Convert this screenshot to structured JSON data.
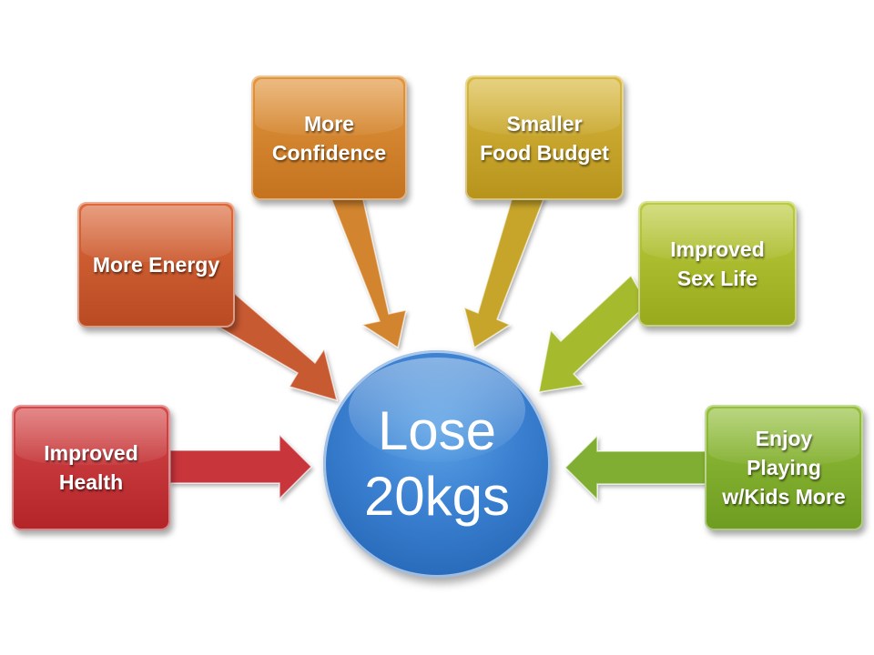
{
  "center": {
    "label": "Lose\n20kgs",
    "color": "#3a7fd0"
  },
  "benefits": [
    {
      "id": "improved-health",
      "label": "Improved\nHealth",
      "color": "#c62f32"
    },
    {
      "id": "more-energy",
      "label": "More Energy",
      "color": "#cc5a2c"
    },
    {
      "id": "more-confidence",
      "label": "More\nConfidence",
      "color": "#d4822c"
    },
    {
      "id": "smaller-food-budget",
      "label": "Smaller\nFood Budget",
      "color": "#c9a62a"
    },
    {
      "id": "improved-sex-life",
      "label": "Improved\nSex Life",
      "color": "#a9bb2a"
    },
    {
      "id": "enjoy-playing",
      "label": "Enjoy\nPlaying\nw/Kids More",
      "color": "#7fad2e"
    }
  ]
}
